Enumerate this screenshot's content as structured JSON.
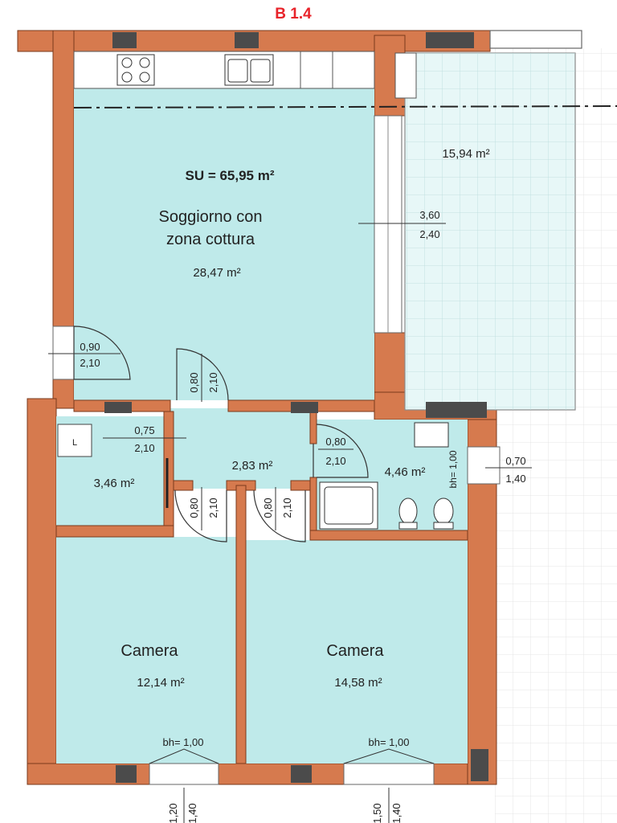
{
  "plan": {
    "unit_code": "B 1.4",
    "total_area": "SU = 65,95 m²",
    "colors": {
      "wall": "#d67a4e",
      "floor": "#bfeaea",
      "terrace": "#e7f7f7",
      "wall_edge": "#7a3a1c",
      "window_block": "#4b4b4b"
    },
    "rooms": [
      {
        "id": "living",
        "name_line1": "Soggiorno con",
        "name_line2": "zona cottura",
        "area": "28,47 m²"
      },
      {
        "id": "terrace",
        "area": "15,94 m²"
      },
      {
        "id": "storage",
        "symbol": "L",
        "area": "3,46 m²"
      },
      {
        "id": "hall",
        "area": "2,83 m²"
      },
      {
        "id": "bath",
        "area": "4,46 m²"
      },
      {
        "id": "bed1",
        "name": "Camera",
        "area": "12,14 m²"
      },
      {
        "id": "bed2",
        "name": "Camera",
        "area": "14,58 m²"
      }
    ],
    "openings": [
      {
        "id": "entry",
        "w": "0,90",
        "h": "2,10"
      },
      {
        "id": "living-door",
        "w": "0,80",
        "h": "2,10"
      },
      {
        "id": "french-window",
        "w": "3,60",
        "h": "2,40"
      },
      {
        "id": "storage-door",
        "w": "0,75",
        "h": "2,10"
      },
      {
        "id": "bath-door",
        "w": "0,80",
        "h": "2,10"
      },
      {
        "id": "bath-window",
        "w": "0,70",
        "h": "1,40"
      },
      {
        "id": "bed1-door",
        "w": "0,80",
        "h": "2,10"
      },
      {
        "id": "bed2-door",
        "w": "0,80",
        "h": "2,10"
      },
      {
        "id": "bed1-window",
        "w": "1,20",
        "h": "1,40"
      },
      {
        "id": "bed2-window",
        "w": "1,50",
        "h": "1,40"
      }
    ],
    "sill_heights": {
      "bath": "bh= 1,00",
      "bed1": "bh= 1,00",
      "bed2": "bh= 1,00"
    }
  }
}
